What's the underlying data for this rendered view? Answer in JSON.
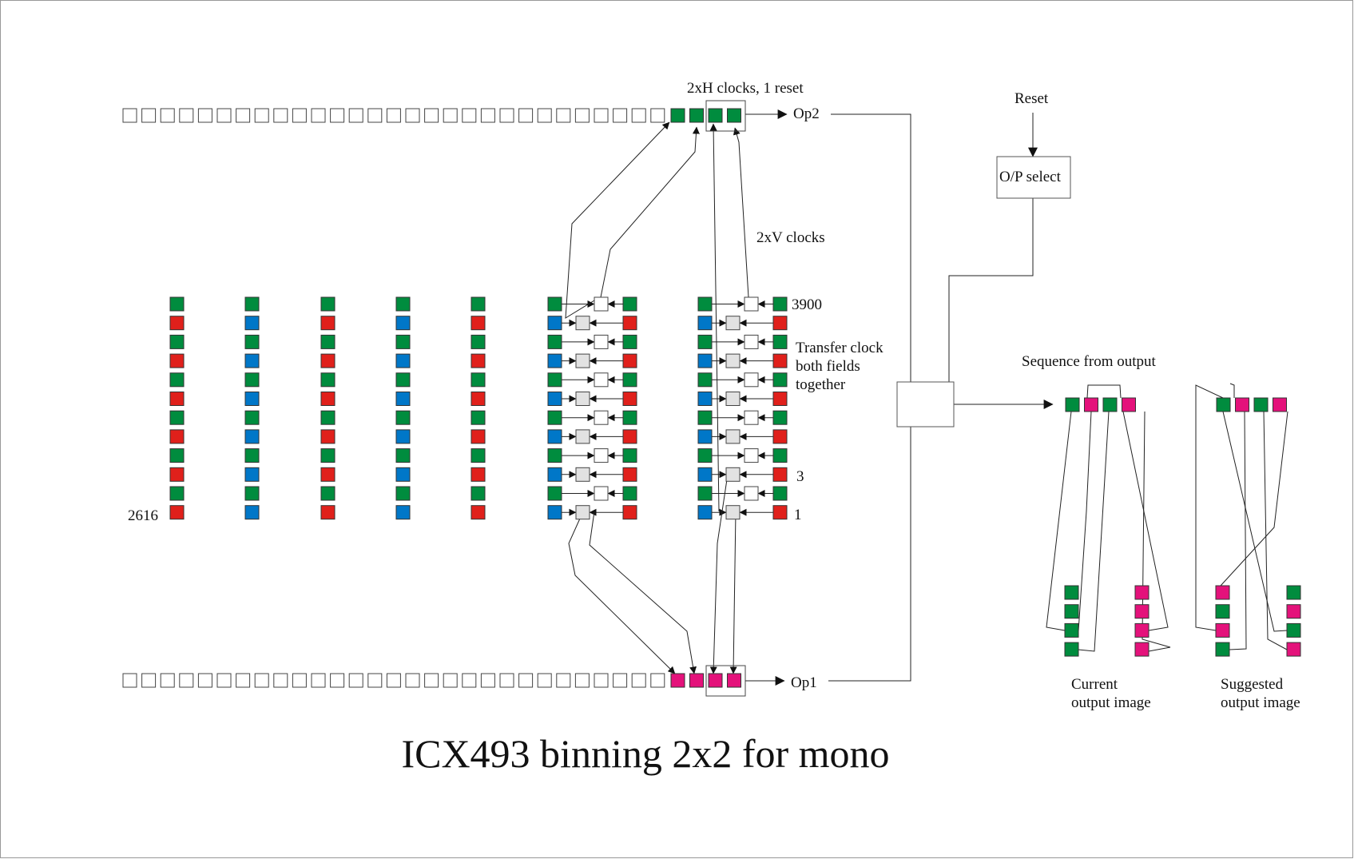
{
  "diagram": {
    "title": "ICX493 binning 2x2 for mono",
    "labels": {
      "h_clocks": "2xH clocks, 1 reset",
      "op2": "Op2",
      "op1": "Op1",
      "v_clocks": "2xV clocks",
      "row_top": "3900",
      "transfer_1": "Transfer clock",
      "transfer_2": "both fields",
      "transfer_3": "together",
      "row_3": "3",
      "row_1": "1",
      "col_count": "2616",
      "reset": "Reset",
      "op_select": "O/P select",
      "sequence": "Sequence from output",
      "current_1": "Current",
      "current_2": "output image",
      "suggested_1": "Suggested",
      "suggested_2": "output image"
    },
    "colors": {
      "green": "#008c3e",
      "red": "#e0201b",
      "blue": "#0077c8",
      "magenta": "#e4127b",
      "gray_node": "#e2e2e2",
      "line": "#222222",
      "border": "#555555"
    },
    "pixel_columns": [
      [
        "green",
        "red",
        "green",
        "red",
        "green",
        "red",
        "green",
        "red",
        "green",
        "red",
        "green",
        "red"
      ],
      [
        "green",
        "blue",
        "green",
        "blue",
        "green",
        "blue",
        "green",
        "blue",
        "green",
        "blue",
        "green",
        "blue"
      ],
      [
        "green",
        "red",
        "green",
        "red",
        "green",
        "red",
        "green",
        "red",
        "green",
        "red",
        "green",
        "red"
      ],
      [
        "green",
        "blue",
        "green",
        "blue",
        "green",
        "blue",
        "green",
        "blue",
        "green",
        "blue",
        "green",
        "blue"
      ],
      [
        "green",
        "red",
        "green",
        "red",
        "green",
        "red",
        "green",
        "red",
        "green",
        "red",
        "green",
        "red"
      ]
    ],
    "binning_left_column": [
      "green",
      "blue",
      "green",
      "blue",
      "green",
      "blue",
      "green",
      "blue",
      "green",
      "blue",
      "green",
      "blue"
    ],
    "binning_right_column": [
      "green",
      "red",
      "green",
      "red",
      "green",
      "red",
      "green",
      "red",
      "green",
      "red",
      "green",
      "red"
    ],
    "register_top_filled": [
      "green",
      "green",
      "green",
      "green"
    ],
    "register_bottom_filled": [
      "magenta",
      "magenta",
      "magenta",
      "magenta"
    ],
    "register_empty_cells": 29,
    "sequence_current": [
      "green",
      "magenta",
      "green",
      "magenta"
    ],
    "sequence_suggested": [
      "green",
      "magenta",
      "green",
      "magenta"
    ],
    "current_image": {
      "left": [
        "green",
        "green",
        "green",
        "green"
      ],
      "right": [
        "magenta",
        "magenta",
        "magenta",
        "magenta"
      ]
    },
    "suggested_image": {
      "left": [
        "magenta",
        "green",
        "magenta",
        "green"
      ],
      "right": [
        "green",
        "magenta",
        "green",
        "magenta"
      ]
    }
  }
}
